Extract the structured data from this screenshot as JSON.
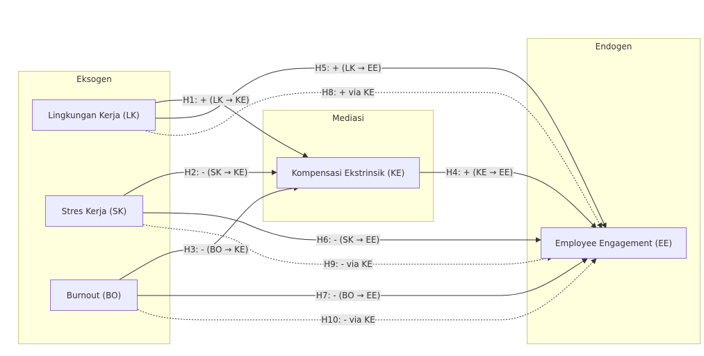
{
  "clusters": {
    "eksogen": {
      "title": "Eksogen"
    },
    "mediasi": {
      "title": "Mediasi"
    },
    "endogen": {
      "title": "Endogen"
    }
  },
  "nodes": {
    "lk": {
      "label": "Lingkungan Kerja (LK)"
    },
    "sk": {
      "label": "Stres Kerja (SK)"
    },
    "bo": {
      "label": "Burnout (BO)"
    },
    "ke": {
      "label": "Kompensasi Ekstrinsik (KE)"
    },
    "ee": {
      "label": "Employee Engagement (EE)"
    }
  },
  "edges": [
    {
      "id": "h1",
      "label": "H1: + (LK → KE)",
      "from": "LK",
      "to": "KE",
      "style": "solid"
    },
    {
      "id": "h2",
      "label": "H2: - (SK → KE)",
      "from": "SK",
      "to": "KE",
      "style": "solid"
    },
    {
      "id": "h3",
      "label": "H3: - (BO → KE)",
      "from": "BO",
      "to": "KE",
      "style": "solid"
    },
    {
      "id": "h4",
      "label": "H4: + (KE → EE)",
      "from": "KE",
      "to": "EE",
      "style": "solid"
    },
    {
      "id": "h5",
      "label": "H5: + (LK → EE)",
      "from": "LK",
      "to": "EE",
      "style": "solid"
    },
    {
      "id": "h6",
      "label": "H6: - (SK → EE)",
      "from": "SK",
      "to": "EE",
      "style": "solid"
    },
    {
      "id": "h7",
      "label": "H7: - (BO → EE)",
      "from": "BO",
      "to": "EE",
      "style": "solid"
    },
    {
      "id": "h8",
      "label": "H8: + via KE",
      "from": "LK",
      "to": "EE",
      "style": "dotted"
    },
    {
      "id": "h9",
      "label": "H9: - via KE",
      "from": "SK",
      "to": "EE",
      "style": "dotted"
    },
    {
      "id": "h10",
      "label": "H10: - via KE",
      "from": "BO",
      "to": "EE",
      "style": "dotted"
    }
  ]
}
